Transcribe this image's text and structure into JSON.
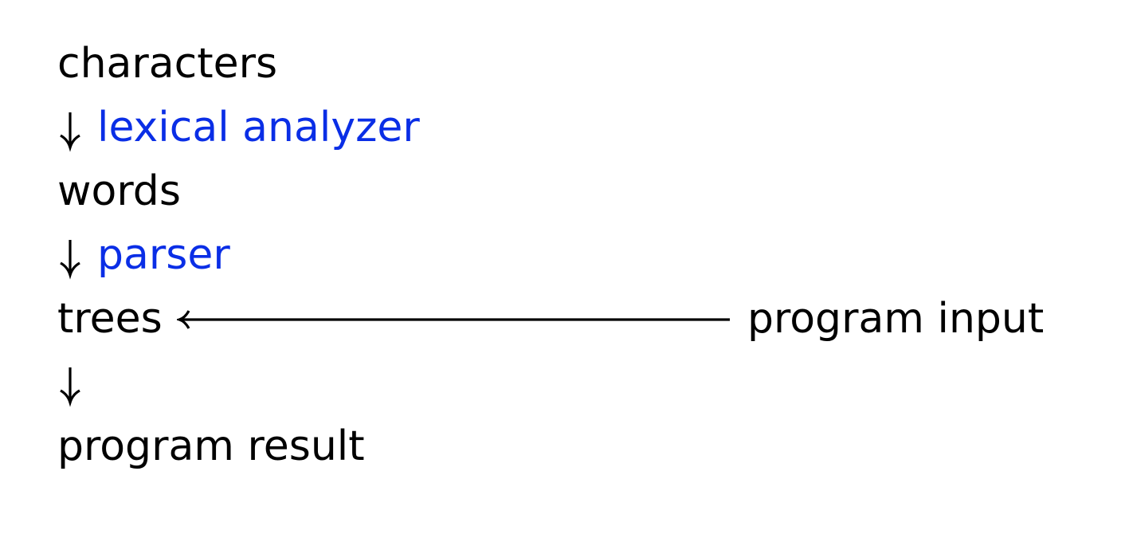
{
  "diagram": {
    "nodes": {
      "characters": "characters",
      "words": "words",
      "trees": "trees",
      "program_result": "program result",
      "program_input": "program input"
    },
    "stages": {
      "lexical_analyzer": "lexical analyzer",
      "parser": "parser"
    },
    "colors": {
      "stage_label": "#0a2ee6",
      "text": "#000000"
    }
  }
}
